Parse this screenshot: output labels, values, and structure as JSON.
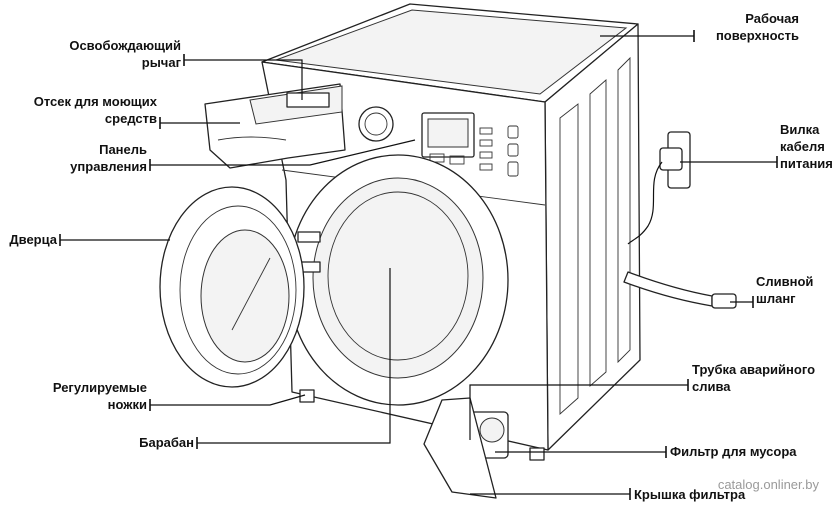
{
  "labels": {
    "release_lever": [
      "Освобождающий",
      "рычаг"
    ],
    "detergent_drawer": [
      "Отсек для моющих",
      "средств"
    ],
    "control_panel": [
      "Панель",
      "управления"
    ],
    "door": [
      "Дверца"
    ],
    "adjustable_feet": [
      "Регулируемые",
      "ножки"
    ],
    "drum": [
      "Барабан"
    ],
    "work_surface": [
      "Рабочая",
      "поверхность"
    ],
    "power_plug": [
      "Вилка",
      "кабеля",
      "питания"
    ],
    "drain_hose": [
      "Сливной",
      "шланг"
    ],
    "emergency_drain_tube": [
      "Трубка аварийного",
      "слива"
    ],
    "debris_filter": [
      "Фильтр для мусора"
    ],
    "filter_cover": [
      "Крышка фильтра"
    ]
  },
  "watermark": "catalog.onliner.by"
}
